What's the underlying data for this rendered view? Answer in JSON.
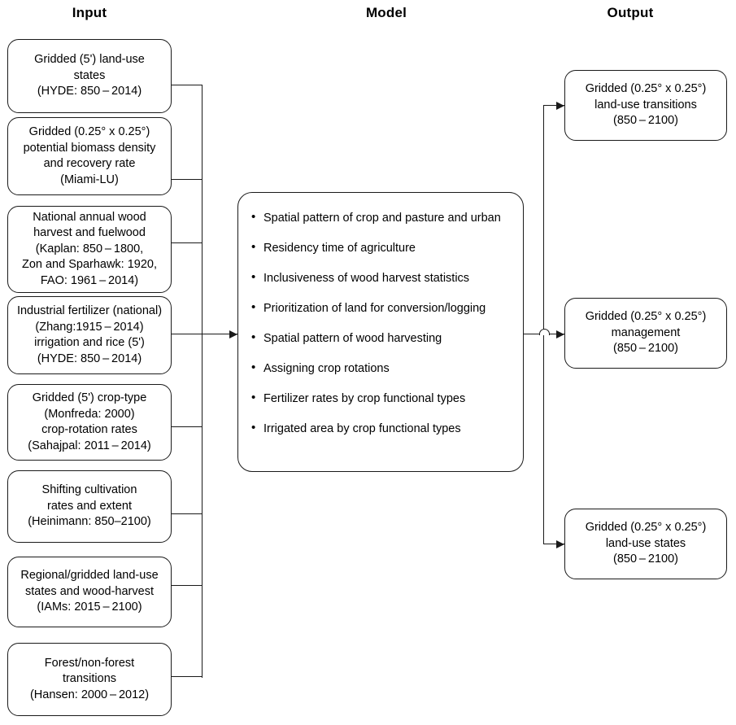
{
  "headers": {
    "input": "Input",
    "model": "Model",
    "output": "Output"
  },
  "colors": {
    "stroke": "#1a1a1a",
    "background": "#ffffff",
    "text": "#000000"
  },
  "input_boxes": [
    {
      "id": "in-1",
      "text": "Gridded (5') land-use\nstates\n(HYDE: 850 – 2014)"
    },
    {
      "id": "in-2",
      "text": "Gridded (0.25° x 0.25°)\npotential biomass density\nand recovery rate\n(Miami-LU)"
    },
    {
      "id": "in-3",
      "text": "National annual wood\nharvest and fuelwood\n(Kaplan: 850 – 1800,\nZon and Sparhawk: 1920,\nFAO: 1961 – 2014)"
    },
    {
      "id": "in-4",
      "text": "Industrial fertilizer (national)\n(Zhang:1915 – 2014)\nirrigation and rice (5')\n(HYDE: 850 – 2014)"
    },
    {
      "id": "in-5",
      "text": "Gridded (5') crop-type\n(Monfreda: 2000)\ncrop-rotation rates\n(Sahajpal: 2011 – 2014)"
    },
    {
      "id": "in-6",
      "text": "Shifting cultivation\nrates and extent\n(Heinimann: 850–2100)"
    },
    {
      "id": "in-7",
      "text": "Regional/gridded land-use\nstates and wood-harvest\n(IAMs: 2015 – 2100)"
    },
    {
      "id": "in-8",
      "text": "Forest/non-forest\ntransitions\n(Hansen: 2000 – 2012)"
    }
  ],
  "model_bullets": [
    "Spatial pattern of crop and pasture and urban",
    "Residency time of agriculture",
    "Inclusiveness of wood harvest statistics",
    "Prioritization of land for conversion/logging",
    "Spatial pattern of wood harvesting",
    "Assigning crop rotations",
    "Fertilizer rates by crop functional types",
    "Irrigated area by crop functional types"
  ],
  "bullet_glyph": "•",
  "output_boxes": [
    {
      "id": "out-1",
      "text": "Gridded (0.25° x 0.25°)\nland-use transitions\n(850 – 2100)"
    },
    {
      "id": "out-2",
      "text": "Gridded (0.25° x 0.25°)\nmanagement\n(850 – 2100)"
    },
    {
      "id": "out-3",
      "text": "Gridded (0.25° x 0.25°)\nland-use states\n(850 – 2100)"
    }
  ]
}
